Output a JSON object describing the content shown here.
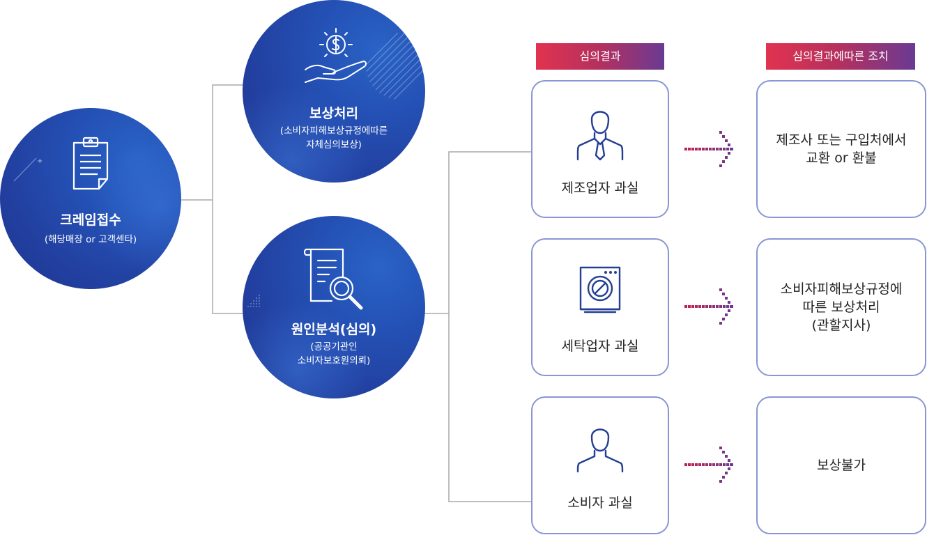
{
  "intake": {
    "title": "크레임접수",
    "sub": "(해당매장 or 고객센타)"
  },
  "compensation": {
    "title": "보상처리",
    "sub_line1": "(소비자피해보상규정에따른",
    "sub_line2": "자체심의보상)"
  },
  "analysis": {
    "title": "원인분석(심의)",
    "sub_line1": "(공공기관인",
    "sub_line2": "소비자보호원의뢰)"
  },
  "headers": {
    "result": "심의결과",
    "action": "심의결과에따른 조치"
  },
  "results": [
    {
      "label": "제조업자 과실",
      "icon": "businessman-icon"
    },
    {
      "label": "세탁업자 과실",
      "icon": "washing-machine-icon"
    },
    {
      "label": "소비자 과실",
      "icon": "person-icon"
    }
  ],
  "actions": [
    {
      "line1": "제조사 또는 구입처에서",
      "line2": "교환 or 환불",
      "line3": ""
    },
    {
      "line1": "소비자피해보상규정에",
      "line2": "따른 보상처리",
      "line3": "(관할지사)"
    },
    {
      "line1": "보상불가",
      "line2": "",
      "line3": ""
    }
  ],
  "colors": {
    "circle": "#2450b4",
    "border": "#8a96d3",
    "tag_start": "#e1334f",
    "tag_end": "#6a3a93",
    "icon": "#243f93"
  }
}
